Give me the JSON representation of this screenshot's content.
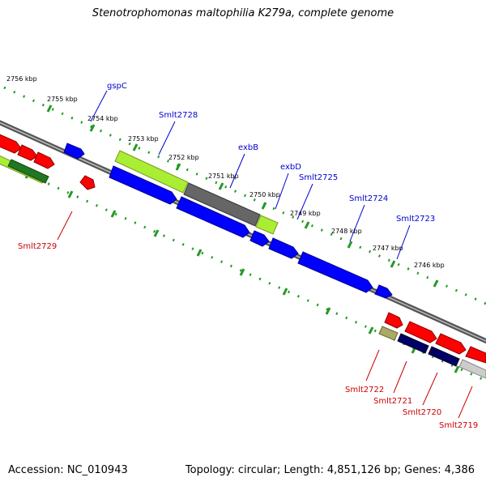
{
  "title": "Stenotrophomonas maltophilia K279a, complete genome",
  "footer": {
    "accession": "Accession: NC_010943",
    "summary": "Topology: circular; Length: 4,851,126 bp; Genes: 4,386"
  },
  "colors": {
    "forward_red": "#ff0000",
    "forward_blue": "#0000ff",
    "lime": "#aaee33",
    "dark_green": "#227722",
    "dark_gray": "#666666",
    "navy": "#000066",
    "khaki": "#aaaa66",
    "light_gray": "#cccccc",
    "label_blue": "#0000cc",
    "label_red": "#cc0000",
    "tick_green": "#229922"
  },
  "kbp_ticks": [
    "2756 kbp",
    "2755 kbp",
    "2754 kbp",
    "2753 kbp",
    "2752 kbp",
    "2751 kbp",
    "2750 kbp",
    "2749 kbp",
    "2748 kbp",
    "2747 kbp",
    "2746 kbp"
  ],
  "upper_labels": [
    "gspC",
    "Smlt2728",
    "exbB",
    "exbD",
    "Smlt2725",
    "Smlt2724",
    "Smlt2723"
  ],
  "lower_labels": [
    "Smlt2729",
    "Smlt2722",
    "Smlt2721",
    "Smlt2720",
    "Smlt2719"
  ]
}
